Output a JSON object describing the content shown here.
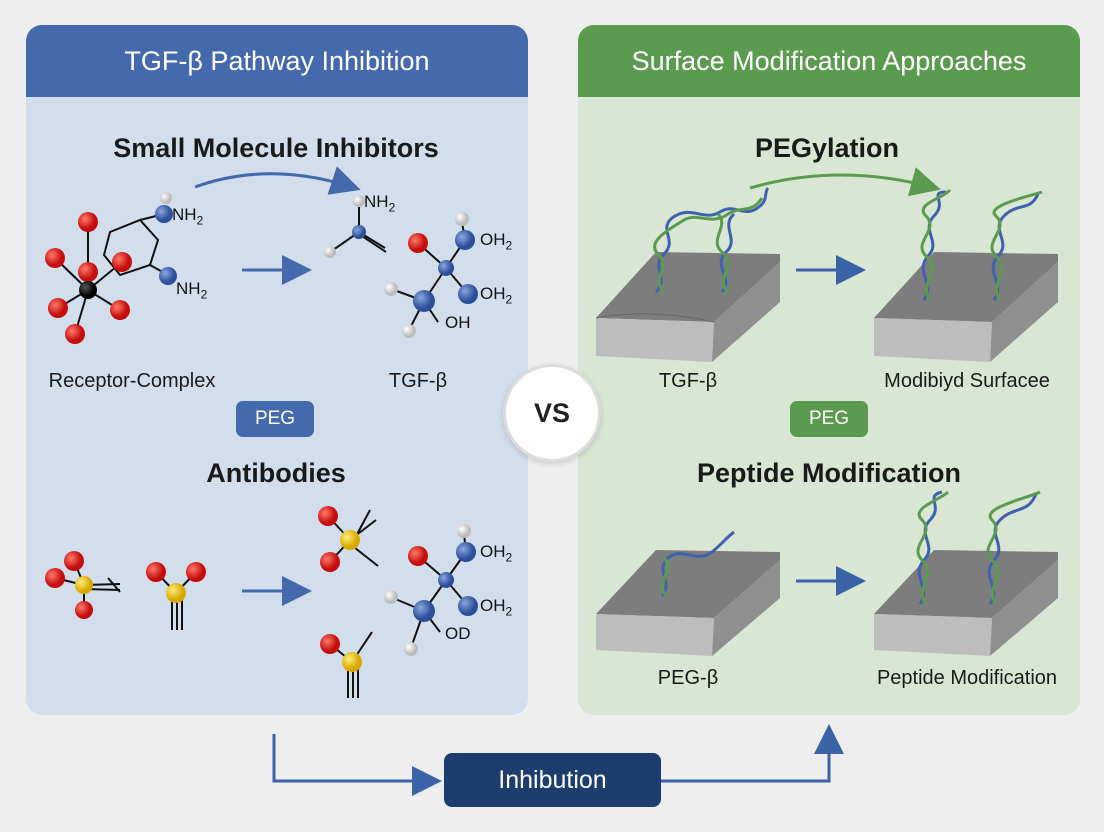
{
  "left_panel": {
    "title": "TGF-β Pathway Inhibition",
    "section1_title": "Small Molecule Inhibitors",
    "caption_left": "Receptor-Complex",
    "caption_right": "TGF-β",
    "badge": "PEG",
    "section2_title": "Antibodies",
    "labels": {
      "nh2_a": "NH",
      "nh2_b": "NH",
      "nh2_c": "NH",
      "oh2_a": "OH",
      "oh2_b": "OH",
      "oh_a": "OH",
      "oh2_c": "OH",
      "oh2_d": "OH",
      "od": "OD",
      "sub2": "2"
    }
  },
  "right_panel": {
    "title": "Surface Modification Approaches",
    "section1_title": "PEGylation",
    "caption_left_1": "TGF-β",
    "caption_right_1": "Modibiyd Surfacee",
    "badge": "PEG",
    "section2_title": "Peptide Modification",
    "caption_left_2": "PEG-β",
    "caption_right_2": "Peptide Modification"
  },
  "vs_label": "VS",
  "bottom_label": "Inhibution",
  "colors": {
    "blue_header": "#4569ad",
    "green_header": "#5b9b4f",
    "navy_box": "#1d3d6f",
    "atom_red": "#e01818",
    "atom_blue": "#3f62b0",
    "atom_yellow": "#f2c71a"
  }
}
